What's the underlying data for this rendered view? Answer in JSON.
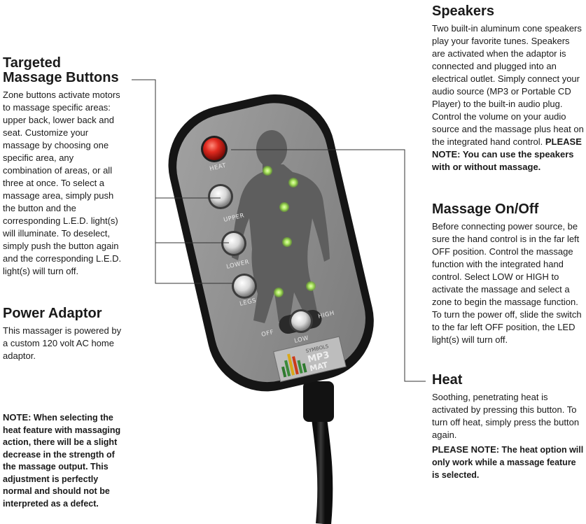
{
  "left": {
    "targeted": {
      "title_line1": "Targeted",
      "title_line2": "Massage Buttons",
      "body": "Zone buttons activate motors to massage specific areas:  upper back, lower back and seat. Customize your massage by choosing one specific area, any combination of areas, or all three at once. To select a massage area, simply push the button and the corresponding L.E.D. light(s) will illuminate.  To deselect, simply push the button again and the corresponding L.E.D. light(s) will turn off."
    },
    "power": {
      "title": "Power Adaptor",
      "body": "This massager is powered by a custom 120 volt AC home adaptor."
    },
    "note": {
      "label": "NOTE:",
      "body": " When selecting the heat feature with massaging action, there will be a slight decrease in the strength of the massage output. This adjustment is perfectly normal and should not be interpreted as a defect."
    }
  },
  "right": {
    "speakers": {
      "title": "Speakers",
      "body": "Two built-in aluminum cone speakers play your favorite tunes. Speakers are activated when the adaptor is connected and plugged into an electrical outlet. Simply connect your audio source (MP3 or Portable CD Player) to the built-in audio plug. Control the volume on your audio source and the massage plus heat on the integrated hand control. ",
      "note": "PLEASE NOTE: You can use the speakers with or without massage."
    },
    "onoff": {
      "title": "Massage On/Off",
      "body": "Before connecting power source, be sure the hand control is in the far left OFF position. Control the massage function with the integrated hand control. Select LOW or HIGH to activate the massage and select a zone to begin the massage function. To turn the power off, slide the switch to the far left OFF position, the LED light(s) will turn off."
    },
    "heat": {
      "title": "Heat",
      "body": "Soothing, penetrating heat is activated by pressing this button. To turn off heat, simply press the button again.",
      "note_label": "PLEASE NOTE:",
      "note_body": " The heat option will only work while a massage feature is selected."
    }
  },
  "remote": {
    "button_labels": {
      "heat": "HEAT",
      "upper": "UPPER",
      "lower": "LOWER",
      "legs": "LEGS"
    },
    "switch_labels": {
      "off": "OFF",
      "low": "LOW",
      "high": "HIGH"
    },
    "logo_lines": [
      "SYMBOLS",
      "MP3",
      "MAT"
    ],
    "colors": {
      "body": "#8c8c8c",
      "bezel": "#151515",
      "led": "#a6e35a",
      "heat_button": "#d41f1a",
      "silhouette": "#5e5e5e"
    }
  }
}
